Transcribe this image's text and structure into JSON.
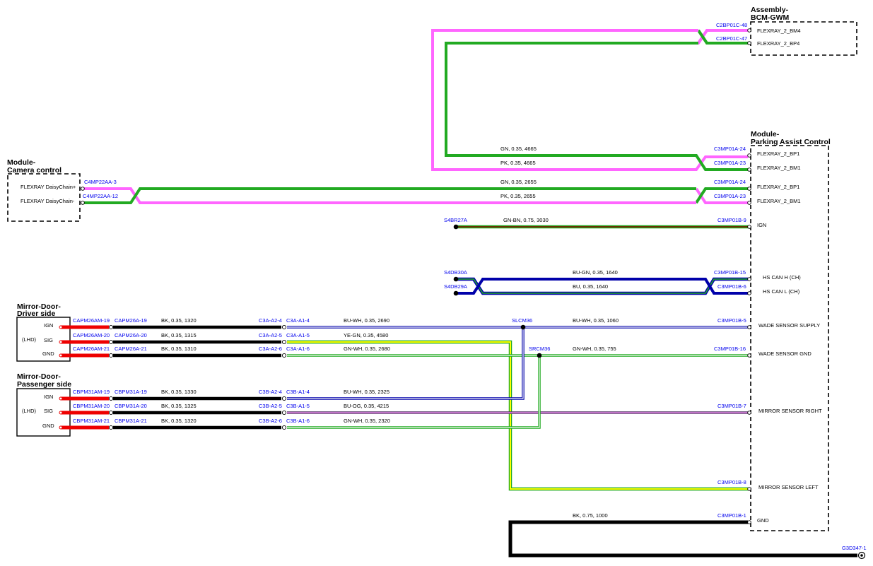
{
  "colors": {
    "GN": "#22aa22",
    "PK": "#ff66ff",
    "BK": "#000000",
    "BU": "#0000aa",
    "WH": "#ffffff",
    "YE": "#ffff00",
    "OG": "#ffaa00",
    "BN": "#663300",
    "RD": "#ee0000",
    "label_blue": "#0000ee"
  },
  "modules": {
    "bcm": {
      "title_line1": "Assembly-",
      "title_line2": "BCM-GWM",
      "pins": [
        "FLEXRAY_2_BM4",
        "FLEXRAY_2_BP4"
      ]
    },
    "pac": {
      "title_line1": "Module-",
      "title_line2": "Parking Assist Control",
      "pins": [
        "FLEXRAY_2_BP1",
        "FLEXRAY_2_BM1",
        "FLEXRAY_2_BP1",
        "FLEXRAY_2_BM1",
        "IGN",
        "HS CAN H (CH)",
        "HS CAN L (CH)",
        "WADE SENSOR SUPPLY",
        "WADE SENSOR GND",
        "MIRROR SENSOR RIGHT",
        "MIRROR SENSOR LEFT",
        "GND"
      ]
    },
    "camera": {
      "title_line1": "Module-",
      "title_line2": "Camera control",
      "pins": [
        "FLEXRAY DaisyChain+",
        "FLEXRAY DaisyChain-"
      ]
    },
    "mirror_driver": {
      "title_line1": "Mirror-Door-",
      "title_line2": "Driver side",
      "side": "(LHD)",
      "pins": [
        "IGN",
        "SIG",
        "GND"
      ]
    },
    "mirror_pass": {
      "title_line1": "Mirror-Door-",
      "title_line2": "Passenger side",
      "side": "(LHD)",
      "pins": [
        "IGN",
        "SIG",
        "GND"
      ]
    }
  },
  "connectors": {
    "bcm": [
      "C2BP01C-48",
      "C2BP01C-47"
    ],
    "pac_a": [
      "C3MP01A-24",
      "C3MP01A-23",
      "C3MP01A-24",
      "C3MP01A-23"
    ],
    "pac_b": [
      "C3MP01B-9",
      "C3MP01B-15",
      "C3MP01B-6",
      "C3MP01B-5",
      "C3MP01B-16",
      "C3MP01B-7",
      "C3MP01B-8",
      "C3MP01B-1"
    ],
    "camera": [
      "C4MP22AA-3",
      "C4MP22AA-12"
    ],
    "splices": [
      "S4BR27A",
      "S4DB30A",
      "S4DB29A",
      "SLCM36",
      "SRCM36"
    ],
    "ground": "G3D347-1",
    "driver": {
      "am": [
        "CAPM26AM-19",
        "CAPM26AM-20",
        "CAPM26AM-21"
      ],
      "a": [
        "CAPM26A-19",
        "CAPM26A-20",
        "CAPM26A-21"
      ],
      "a2": [
        "C3A-A2-4",
        "C3A-A2-5",
        "C3A-A2-6"
      ],
      "a1": [
        "C3A-A1-4",
        "C3A-A1-5",
        "C3A-A1-6"
      ]
    },
    "passenger": {
      "am": [
        "CBPM31AM-19",
        "CBPM31AM-20",
        "CBPM31AM-21"
      ],
      "a": [
        "CBPM31A-19",
        "CBPM31A-20",
        "CBPM31A-21"
      ],
      "a2": [
        "C3B-A2-4",
        "C3B-A2-5",
        "C3B-A2-6"
      ],
      "a1": [
        "C3B-A1-4",
        "C3B-A1-5",
        "C3B-A1-6"
      ]
    }
  },
  "wires": {
    "bcm_gn": "GN,  0.35,  4665",
    "bcm_pk": "PK,  0.35,  4665",
    "cam_gn": "GN,  0.35,  2655",
    "cam_pk": "PK,  0.35,  2655",
    "ign": "GN-BN,  0.75,  3030",
    "can_h": "BU-GN,  0.35,  1640",
    "can_l": "BU,  0.35,  1640",
    "drv_ign_mirror": "BK,  0.35,  1320",
    "drv_sig_mirror": "BK,  0.35,  1315",
    "drv_gnd_mirror": "BK,  0.35,  1310",
    "drv_ign": "BU-WH,  0.35,  2690",
    "drv_sig": "YE-GN,  0.35,  4580",
    "drv_gnd": "GN-WH,  0.35,  2680",
    "pas_ign_mirror": "BK,  0.35,  1330",
    "pas_sig_mirror": "BK,  0.35,  1325",
    "pas_gnd_mirror": "BK,  0.35,  1320",
    "pas_ign": "BU-WH,  0.35,  2325",
    "pas_sig": "BU-OG,  0.35,  4215",
    "pas_gnd": "GN-WH,  0.35,  2320",
    "wade_supply": "BU-WH,  0.35,  1060",
    "wade_gnd": "GN-WH,  0.35,  755",
    "gnd": "BK,  0.75,  1000"
  }
}
